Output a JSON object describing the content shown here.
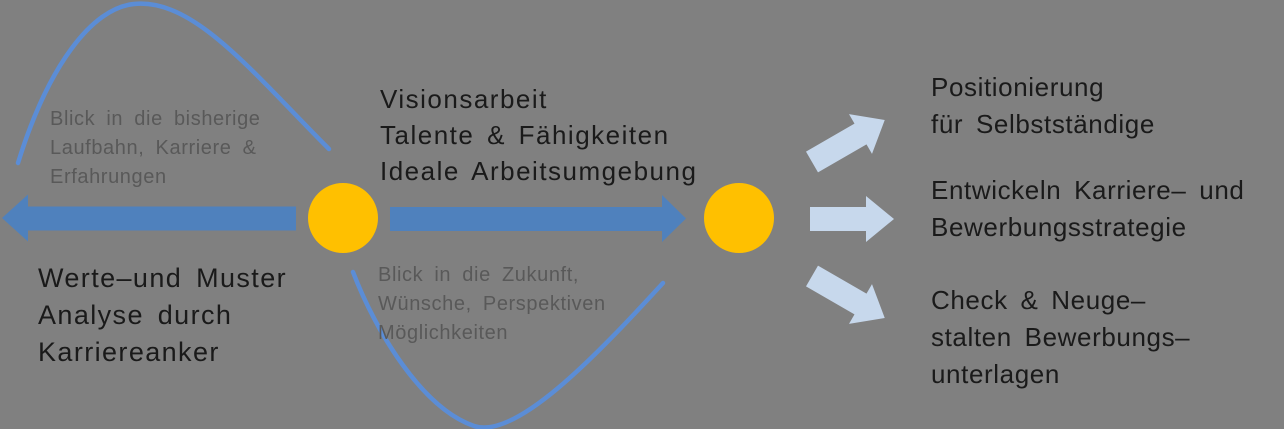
{
  "colors": {
    "background_gray": "#808080",
    "arrow_blue": "#4F81BD",
    "curve_blue": "#5B8DD6",
    "circle_yellow": "#FFC000",
    "light_arrow_blue": "#C7D8EC",
    "text_dark": "#1a1a1a",
    "text_gray": "#595959"
  },
  "diagram": {
    "past_note": {
      "lines": [
        "Blick in die bisherige",
        "Laufbahn, Karriere &",
        "Erfahrungen"
      ]
    },
    "past_title": {
      "lines": [
        "Werte–und Muster",
        "Analyse durch",
        "Karriereanker"
      ]
    },
    "vision_title": {
      "lines": [
        "Visionsarbeit",
        "Talente & Fähigkeiten",
        "Ideale Arbeitsumgebung"
      ]
    },
    "vision_note": {
      "lines": [
        "Blick in die Zukunft,",
        "Wünsche, Perspektiven",
        "Möglichkeiten"
      ]
    },
    "outcomes": [
      {
        "lines": [
          "Positionierung",
          "für Selbstständige"
        ]
      },
      {
        "lines": [
          "Entwickeln Karriere– und",
          "Bewerbungsstrategie"
        ]
      },
      {
        "lines": [
          "Check & Neuge–",
          "stalten Bewerbungs–",
          "unterlagen"
        ]
      }
    ]
  }
}
